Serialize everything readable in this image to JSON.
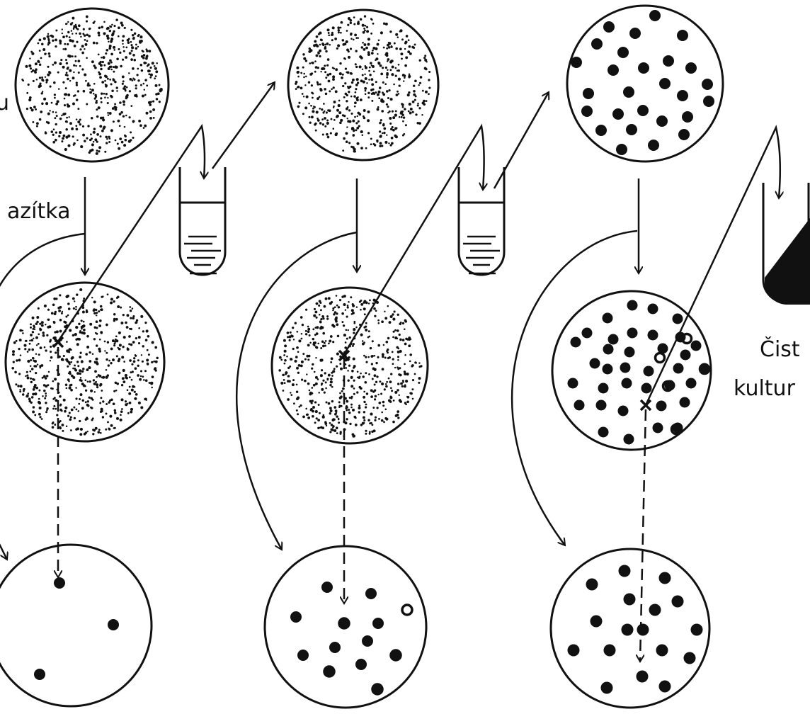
{
  "labels": {
    "left_fragment": "u",
    "razitka_fragment": "azítka",
    "cista_fragment": "Čist",
    "kultura_fragment": "kultur"
  },
  "colors": {
    "ink": "#111111",
    "paper": "#ffffff"
  },
  "plates": {
    "rows": [
      "top",
      "middle",
      "bottom"
    ],
    "columns": 3
  }
}
